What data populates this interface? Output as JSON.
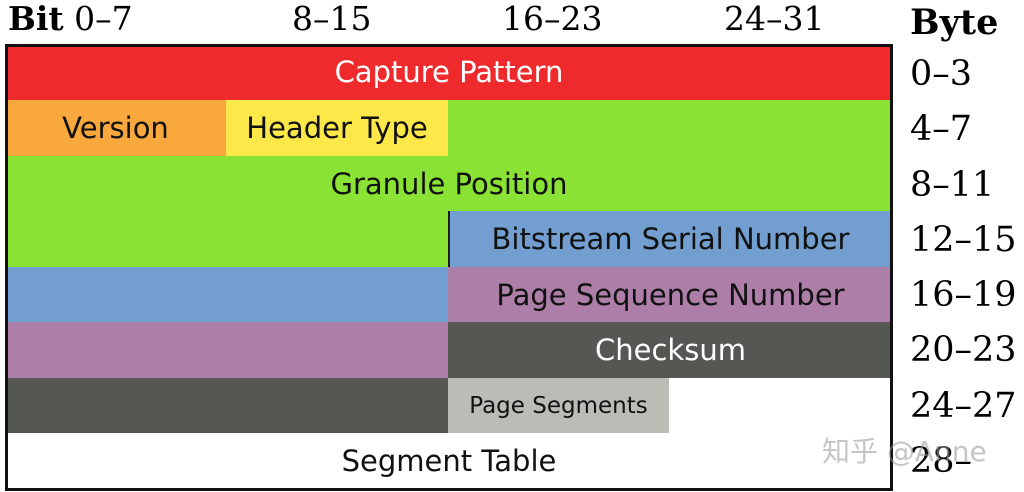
{
  "header": {
    "bit_word": "Bit",
    "bit_ranges": [
      "0–7",
      "8–15",
      "16–23",
      "24–31"
    ],
    "byte_word": "Byte"
  },
  "byte_offsets": [
    "0–3",
    "4–7",
    "8–11",
    "12–15",
    "16–19",
    "20–23",
    "24–27",
    "28–"
  ],
  "fields": {
    "capture_pattern": "Capture Pattern",
    "version": "Version",
    "header_type": "Header Type",
    "granule_position": "Granule Position",
    "bitstream_serial_number": "Bitstream Serial Number",
    "page_sequence_number": "Page Sequence Number",
    "checksum": "Checksum",
    "page_segments": "Page Segments",
    "segment_table": "Segment Table"
  },
  "colors": {
    "capture_pattern": "#ee2a2c",
    "version": "#f9a83d",
    "header_type": "#fde84a",
    "granule_position": "#8ae234",
    "bitstream_serial_number": "#729fcf",
    "page_sequence_number": "#ad7fa8",
    "checksum": "#555753",
    "page_segments": "#babdb6",
    "segment_table": "#ffffff"
  },
  "watermark": "知乎 @Anne"
}
